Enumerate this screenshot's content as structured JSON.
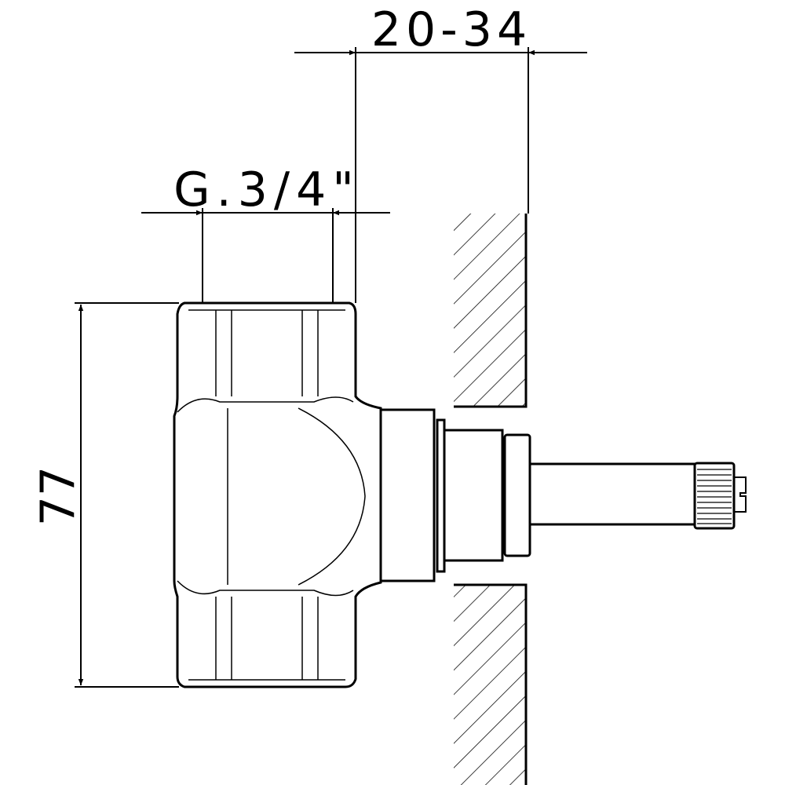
{
  "dimensions": {
    "wall_depth": "20-34",
    "thread": "G.3/4\"",
    "height": "77"
  },
  "colors": {
    "line": "#000000",
    "background": "#ffffff"
  }
}
